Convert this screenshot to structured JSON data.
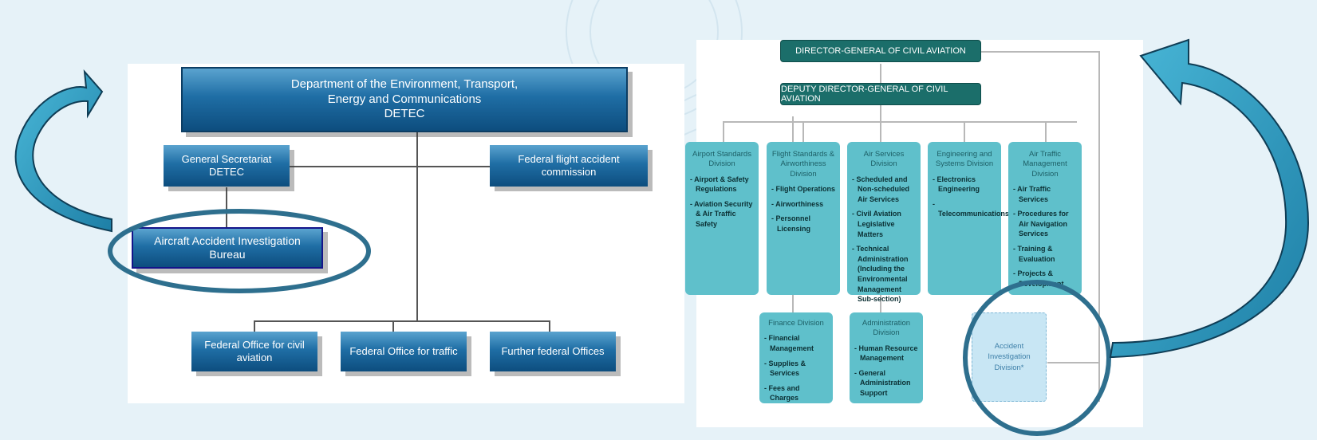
{
  "left_chart": {
    "detec": [
      "Department of the Environment, Transport,",
      "Energy and Communications",
      "DETEC"
    ],
    "general_secretariat": [
      "General Secretariat",
      "DETEC"
    ],
    "flight_commission": [
      "Federal flight accident",
      "commission"
    ],
    "aaib": [
      "Aircraft Accident Investigation",
      "Bureau"
    ],
    "offices": [
      [
        "Federal Office for civil",
        "aviation"
      ],
      [
        "Federal Office for traffic"
      ],
      [
        "Further federal Offices"
      ]
    ]
  },
  "right_chart": {
    "director": "DIRECTOR-GENERAL OF CIVIL AVIATION",
    "deputy": "DEPUTY DIRECTOR-GENERAL OF CIVIL AVIATION",
    "divisions": [
      {
        "title": "Airport Standards Division",
        "items": [
          "- Airport & Safety Regulations",
          "- Aviation Security & Air Traffic Safety"
        ]
      },
      {
        "title": "Flight Standards & Airworthiness Division",
        "items": [
          "- Flight Operations",
          "- Airworthiness",
          "- Personnel Licensing"
        ]
      },
      {
        "title": "Air Services Division",
        "items": [
          "- Scheduled and Non-scheduled Air Services",
          "- Civil Aviation Legislative Matters",
          "- Technical Administration (Including the Environmental Management Sub-section)"
        ]
      },
      {
        "title": "Engineering and Systems Division",
        "items": [
          "- Electronics Engineering",
          "- Telecommunications"
        ]
      },
      {
        "title": "Air Traffic Management Division",
        "items": [
          "- Air Traffic Services",
          "- Procedures for Air Navigation Services",
          "- Training & Evaluation",
          "- Projects & Development"
        ]
      }
    ],
    "lower_divisions": [
      {
        "title": "Finance Division",
        "items": [
          "- Financial Management",
          "- Supplies & Services",
          "- Fees and Charges"
        ]
      },
      {
        "title": "Administration Division",
        "items": [
          "- Human Resource Management",
          "- General Administration Support"
        ]
      }
    ],
    "accident_division": [
      "Accident Investigation",
      "Division*"
    ]
  },
  "colors": {
    "background": "#e6f2f8",
    "left_box_blue": "#1f6ea5",
    "right_header_teal": "#1b6e6a",
    "division_teal": "#5fc0cb",
    "arrow_teal": "#2a9bbf",
    "ellipse": "#2e6f8e"
  }
}
